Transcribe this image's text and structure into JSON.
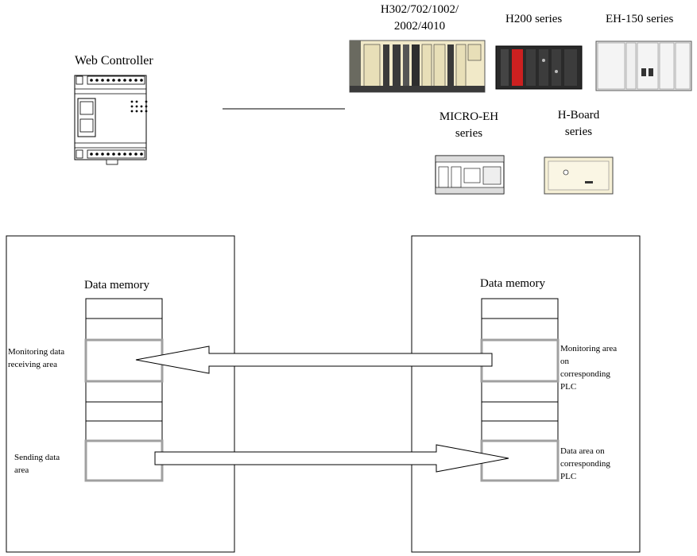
{
  "top": {
    "web_controller_label": "Web Controller",
    "devices": {
      "h302_label_line1": "H302/702/1002/",
      "h302_label_line2": "2002/4010",
      "h200_label": "H200 series",
      "eh150_label": "EH-150 series",
      "micro_eh_label_line1": "MICRO-EH",
      "micro_eh_label_line2": "series",
      "hboard_label_line1": "H-Board",
      "hboard_label_line2": "series"
    }
  },
  "left_panel": {
    "memory_title": "Data memory",
    "monitoring_label_line1": "Monitoring data",
    "monitoring_label_line2": "receiving area",
    "sending_label_line1": "Sending data",
    "sending_label_line2": "area"
  },
  "right_panel": {
    "memory_title": "Data memory",
    "monitoring_label_line1": "Monitoring area",
    "monitoring_label_line2": "on",
    "monitoring_label_line3": "corresponding",
    "monitoring_label_line4": "PLC",
    "data_label_line1": "Data area on",
    "data_label_line2": "corresponding",
    "data_label_line3": "PLC"
  },
  "colors": {
    "line": "#000000",
    "highlight_box": "#a0a0a0",
    "device_beige": "#f1e9c8",
    "device_dark": "#2a2a2a",
    "h200_red": "#cc2020",
    "device_gray": "#dcdcdc"
  }
}
